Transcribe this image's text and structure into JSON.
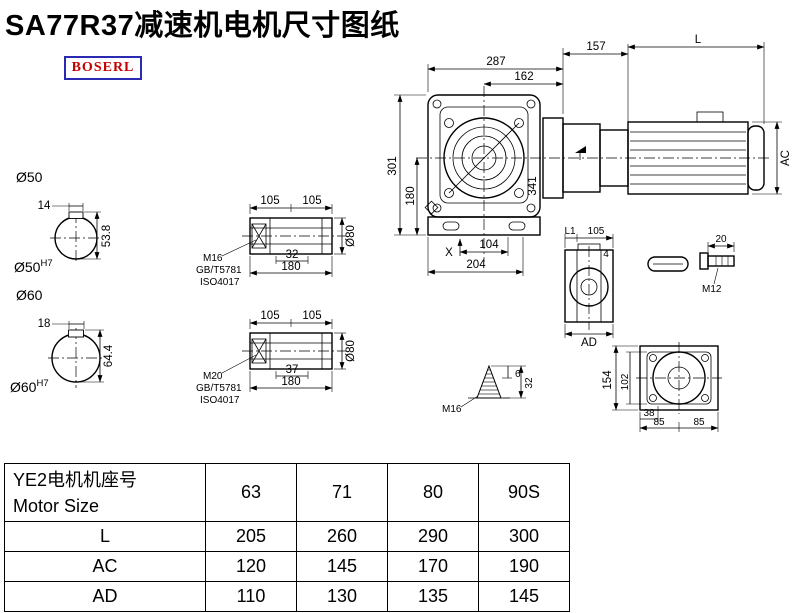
{
  "title": "SA77R37减速机电机尺寸图纸",
  "logo": "BOSERL",
  "drawing": {
    "main": {
      "dim_overall_width": "287",
      "dim_inner_width": "162",
      "dim_motor_flange": "157",
      "dim_motor_length": "L",
      "dim_motor_diameter": "AC",
      "dim_height": "301",
      "dim_inner_height": "180",
      "dim_diagonal": "341",
      "dim_x_mark": "X",
      "dim_foot_offset": "104",
      "dim_foot_width": "204"
    },
    "shaft_small": {
      "label": "Ø50",
      "key_width": "14",
      "key_height": "53.8",
      "fit": "Ø50",
      "fit_tol": "H7"
    },
    "shaft_large": {
      "label": "Ø60",
      "key_width": "18",
      "key_height": "64.4",
      "fit": "Ø60",
      "fit_tol": "H7"
    },
    "hub_small": {
      "dim_a": "105",
      "dim_b": "105",
      "thread": "M16",
      "std_line1": "GB/T5781",
      "std_line2": "ISO4017",
      "dim_depth": "32",
      "dim_length": "180",
      "dim_bore": "Ø80"
    },
    "hub_large": {
      "dim_a": "105",
      "dim_b": "105",
      "thread": "M20",
      "std_line1": "GB/T5781",
      "std_line2": "ISO4017",
      "dim_depth": "37",
      "dim_length": "180",
      "dim_bore": "Ø80"
    },
    "flange_side": {
      "dim_l1": "L1",
      "dim_top": "105",
      "dim_tab": "4",
      "dim_ad": "AD"
    },
    "stud": {
      "dim_len": "20",
      "thread": "M12"
    },
    "plug": {
      "thread": "M16",
      "dim_tip": "6",
      "dim_height": "32"
    },
    "rear": {
      "dim_height": "154",
      "dim_inner": "102",
      "dim_offset": "38",
      "dim_bolt_a": "85",
      "dim_bolt_b": "85"
    }
  },
  "table": {
    "header_cn": "YE2电机机座号",
    "header_en": "Motor Size",
    "sizes": [
      "63",
      "71",
      "80",
      "90S"
    ],
    "rows": [
      {
        "label": "L",
        "values": [
          "205",
          "260",
          "290",
          "300"
        ]
      },
      {
        "label": "AC",
        "values": [
          "120",
          "145",
          "170",
          "190"
        ]
      },
      {
        "label": "AD",
        "values": [
          "110",
          "130",
          "135",
          "145"
        ]
      }
    ]
  }
}
